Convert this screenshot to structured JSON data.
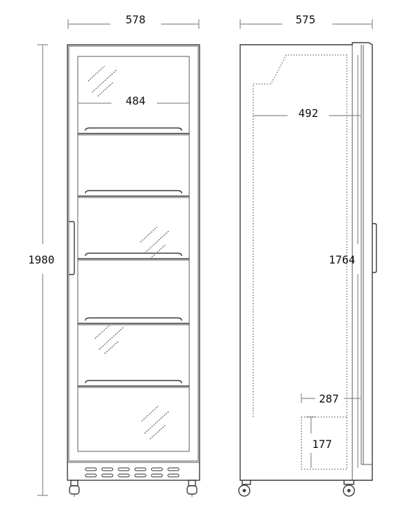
{
  "dimensions": {
    "front_width": "578",
    "side_depth": "575",
    "height": "1980",
    "front_inner_width": "484",
    "side_inner_depth": "492",
    "inner_height": "1764",
    "compressor_depth": "287",
    "compressor_height": "177"
  }
}
